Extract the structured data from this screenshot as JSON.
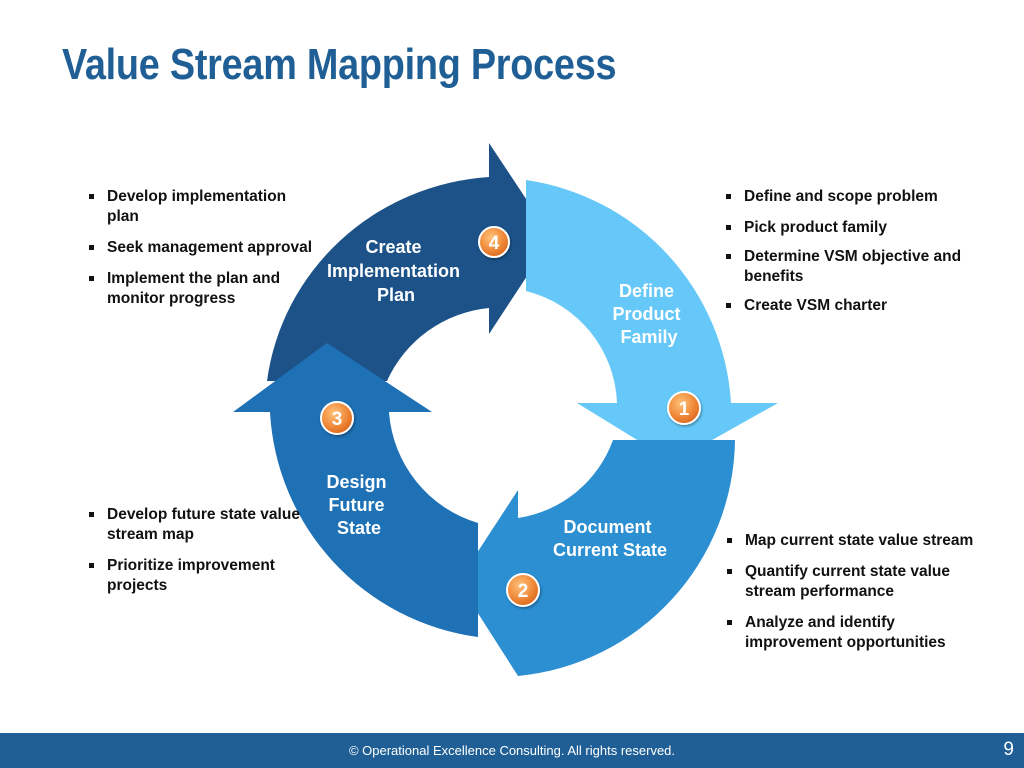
{
  "title": "Value Stream Mapping Process",
  "stages": [
    {
      "number": "1",
      "label_lines": [
        "Define",
        "Product",
        "Family"
      ],
      "color": "#65c8f8",
      "bullets": [
        "Define and scope problem",
        "Pick product family",
        "Determine VSM objective and benefits",
        "Create VSM charter"
      ]
    },
    {
      "number": "2",
      "label_lines": [
        "Document",
        "Current State"
      ],
      "color": "#2b8fd2",
      "bullets": [
        "Map current state value stream",
        "Quantify current state value stream performance",
        "Analyze and identify improvement opportunities"
      ]
    },
    {
      "number": "3",
      "label_lines": [
        "Design",
        "Future",
        "State"
      ],
      "color": "#1e71b5",
      "bullets": [
        "Develop future state value stream map",
        "Prioritize improvement projects"
      ]
    },
    {
      "number": "4",
      "label_lines": [
        "Create",
        "Implementation",
        "Plan"
      ],
      "color": "#1c5288",
      "bullets": [
        "Develop implementation plan",
        "Seek management approval",
        "Implement the plan and monitor progress"
      ]
    }
  ],
  "colors": {
    "title": "#1f5f95",
    "footer": "#1f5f95",
    "badge": "#ee7a2c"
  },
  "footer": {
    "text": "© Operational Excellence Consulting.  All rights reserved.",
    "page_number": "9"
  }
}
